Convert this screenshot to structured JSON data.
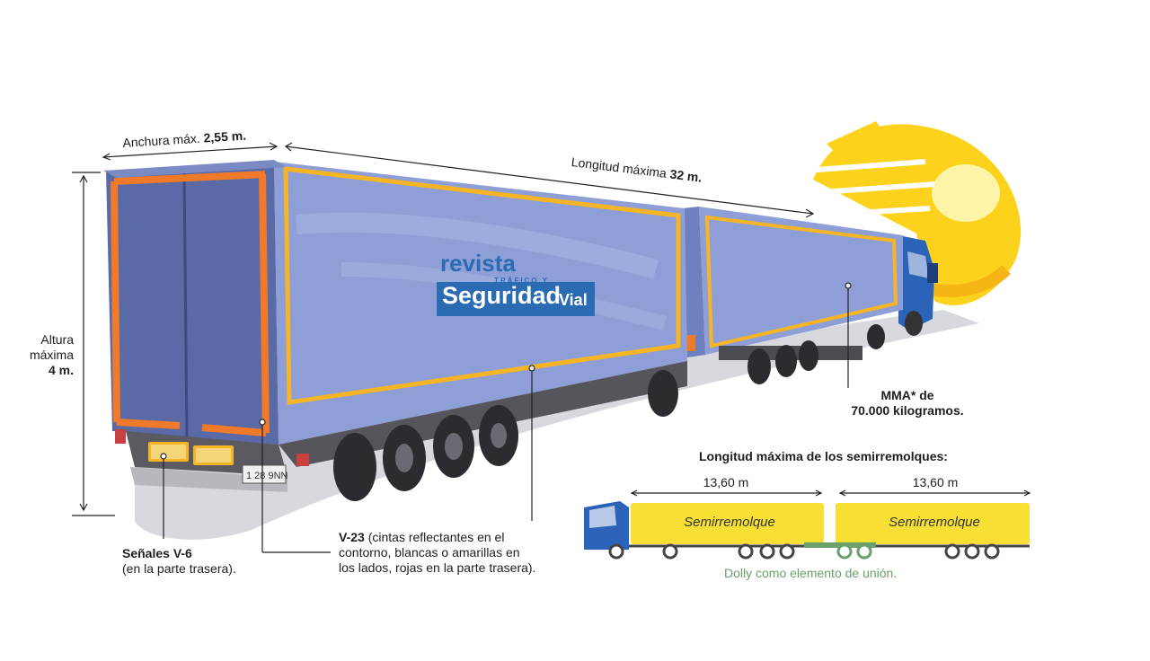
{
  "labels": {
    "anchura_prefix": "Anchura máx.",
    "anchura_value": "2,55 m.",
    "longitud_prefix": "Longitud máxima",
    "longitud_value": "32 m.",
    "altura_line1": "Altura",
    "altura_line2": "máxima",
    "altura_value": "4 m.",
    "mma_line1": "MMA* de",
    "mma_line2": "70.000 kilogramos.",
    "semi_title": "Longitud máxima de los semirremolques:",
    "semi_len_1": "13,60 m",
    "semi_len_2": "13,60 m",
    "semi_name_1": "Semirremolque",
    "semi_name_2": "Semirremolque",
    "dolly": "Dolly como elemento de unión.",
    "senales_bold": "Señales V-6",
    "senales_rest": "(en la parte trasera).",
    "v23_bold": "V-23",
    "v23_line1": "(cintas reflectantes en el",
    "v23_line2": "contorno, blancas o amarillas en",
    "v23_line3": "los lados, rojas en la parte trasera)."
  },
  "logo": {
    "word1": "revista",
    "word2": "TRÁFICO Y",
    "word3": "Seguridad",
    "word4": "Vial"
  },
  "plate": "1 28 9NN",
  "colors": {
    "trailer_blue": "#8d9fd6",
    "trailer_dark": "#5a6aa6",
    "reflect_yellow": "#f7b526",
    "reflect_orange": "#f07a2a",
    "cab_blue": "#2b63b8",
    "sun_yellow": "#fcd21d",
    "semi_yellow": "#f7e033",
    "logo_blue": "#2a6bb4",
    "dolly_green": "#6aa06a"
  }
}
